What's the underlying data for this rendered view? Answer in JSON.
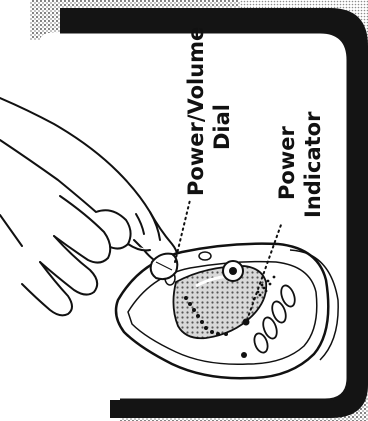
{
  "callouts": {
    "power_volume_dial": {
      "line1": "Power/Volume",
      "line2": "Dial"
    },
    "power_indicator": {
      "line1": "Power",
      "line2": "Indicator"
    }
  },
  "colors": {
    "ink": "#111111",
    "panel_shadow": "#1a1a1a",
    "halftone_gray": "#9a9a9a",
    "background": "#ffffff"
  }
}
